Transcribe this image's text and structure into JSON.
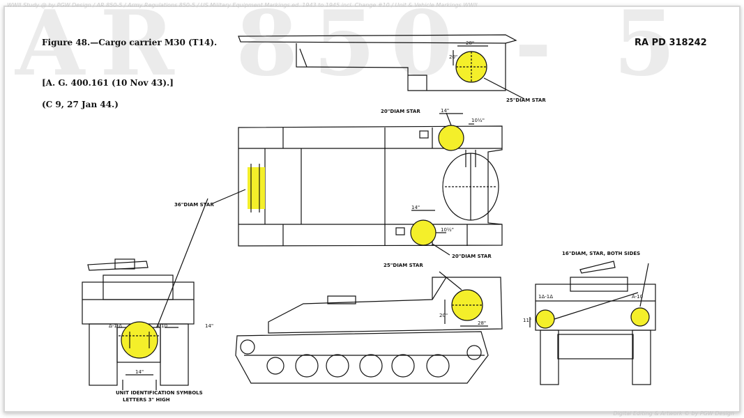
{
  "watermark_top": "WWII Study @ by PGW Design / AR 850-5 / Army Regulations 850-5 / US Military Equipment Markings ed. 1943 to 1945 incl. Change #10 / Unit & Vehicle Markings WWII",
  "watermark_big": "AR 850 - 5",
  "watermark_bottom": "Digital Editing & Artwork © by PGW Design",
  "figure_title": "Figure 48.—Cargo carrier M30 (T14).",
  "reference_1": "[A. G. 400.161 (10 Nov 43).]",
  "reference_2": "(C 9, 27 Jan 44.)",
  "ra_pd": "RA PD 318242",
  "callouts": {
    "top_star": "25\"DIAM STAR",
    "plan_star_upper": "20\"DIAM STAR",
    "plan_star_lower": "20\"DIAM STAR",
    "rear_star": "36\"DIAM STAR",
    "side_star": "25\"DIAM STAR",
    "front_star": "16\"DIAM, STAR, BOTH SIDES",
    "unit_symbols": "UNIT IDENTIFICATION SYMBOLS",
    "letters_high": "LETTERS 3\" HIGH"
  },
  "dimensions": {
    "d_28_top": "28\"",
    "d_20_top": "20\"",
    "d_14_upper": "14\"",
    "d_10half_upper": "10½\"",
    "d_14_lower": "14\"",
    "d_10half_lower": "10½\"",
    "d_14_rear": "14\"",
    "d_14_rear_side": "14\"",
    "d_20_side": "20\"",
    "d_28_side": "28\"",
    "d_11_front": "11\""
  },
  "unit_markings": {
    "rear_left": "Δ-1-Δ",
    "rear_right": "A-10",
    "front_left": "1Δ-1Δ",
    "front_right": "A-10"
  },
  "colors": {
    "star_fill": "#f4ef2a",
    "line": "#111111",
    "watermark": "#ebebeb"
  }
}
